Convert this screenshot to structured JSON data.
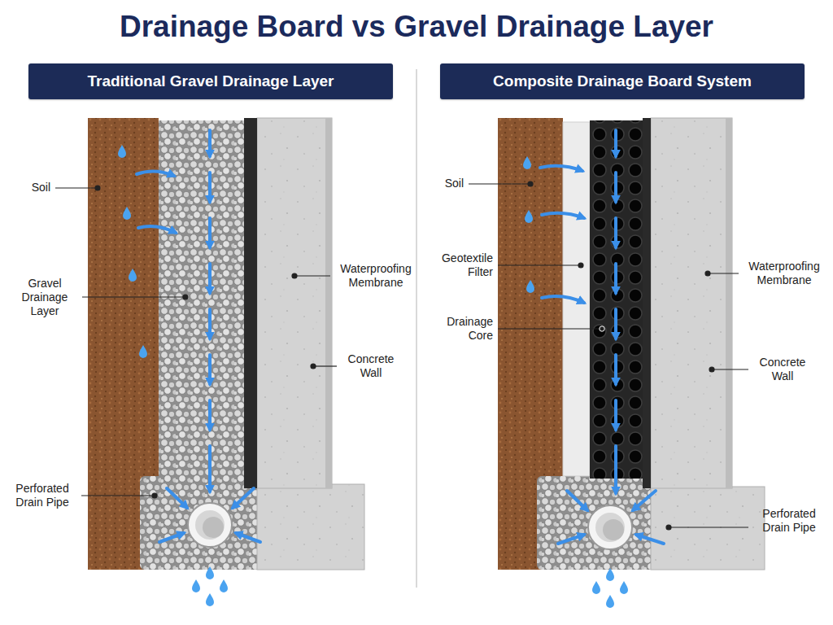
{
  "diagram": {
    "title": "Drainage Board vs Gravel Drainage Layer",
    "nodes": [
      {
        "text": [
          "Traditional Gravel Drainage Layer"
        ]
      },
      {
        "text": [
          "Composite Drainage Board System"
        ]
      }
    ],
    "labels": [
      "Soil",
      "Gravel Drainage Layer",
      "Waterproofing Membrane",
      "Concrete Wall",
      "Perforated Drain Pipe",
      "Soil",
      "Geotextile Filter",
      "Drainage Core",
      "Waterproofing Membrane",
      "Concrete Wall",
      "Perforated Drain Pipe"
    ]
  }
}
